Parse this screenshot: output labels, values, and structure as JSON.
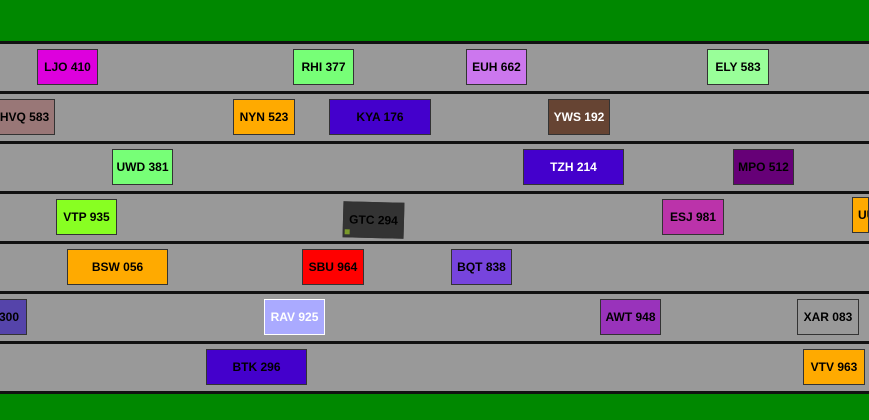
{
  "colors": {
    "grass": "#008800",
    "road": "#999999",
    "divider": "#111111"
  },
  "lanes": [
    {
      "cars": [
        {
          "plate": "LJO 410",
          "color": "#dd00dd"
        },
        {
          "plate": "RHI 377",
          "color": "#77ff77"
        },
        {
          "plate": "EUH 662",
          "color": "#cc77ee"
        },
        {
          "plate": "ELY 583",
          "color": "#99ff99"
        }
      ]
    },
    {
      "cars": [
        {
          "plate": "HVQ 583",
          "color": "#997777"
        },
        {
          "plate": "NYN 523",
          "color": "#ffaa00"
        },
        {
          "plate": "KYA 176",
          "color": "#4400cc"
        },
        {
          "plate": "YWS 192",
          "color": "#664433"
        }
      ]
    },
    {
      "cars": [
        {
          "plate": "UWD 381",
          "color": "#77ff77"
        },
        {
          "plate": "TZH 214",
          "color": "#4400cc"
        },
        {
          "plate": "MPO 512",
          "color": "#660077"
        }
      ]
    },
    {
      "cars": [
        {
          "plate": "VTP 935",
          "color": "#88ff22"
        },
        {
          "plate": "GTC 294",
          "color": "#333333"
        },
        {
          "plate": "ESJ 981",
          "color": "#bb33aa"
        },
        {
          "plate": "UU",
          "color": "#ffaa00"
        }
      ]
    },
    {
      "cars": [
        {
          "plate": "BSW 056",
          "color": "#ffaa00"
        },
        {
          "plate": "SBU 964",
          "color": "#ff0000"
        },
        {
          "plate": "BQT 838",
          "color": "#7744dd"
        }
      ]
    },
    {
      "cars": [
        {
          "plate": "300",
          "color": "#5544aa"
        },
        {
          "plate": "RAV 925",
          "color": "#aaaaff"
        },
        {
          "plate": "AWT 948",
          "color": "#9933bb"
        },
        {
          "plate": "XAR 083",
          "color": "#999999"
        }
      ]
    },
    {
      "cars": [
        {
          "plate": "BTK 296",
          "color": "#4400cc"
        },
        {
          "plate": "VTV 963",
          "color": "#ffaa00"
        }
      ]
    }
  ]
}
